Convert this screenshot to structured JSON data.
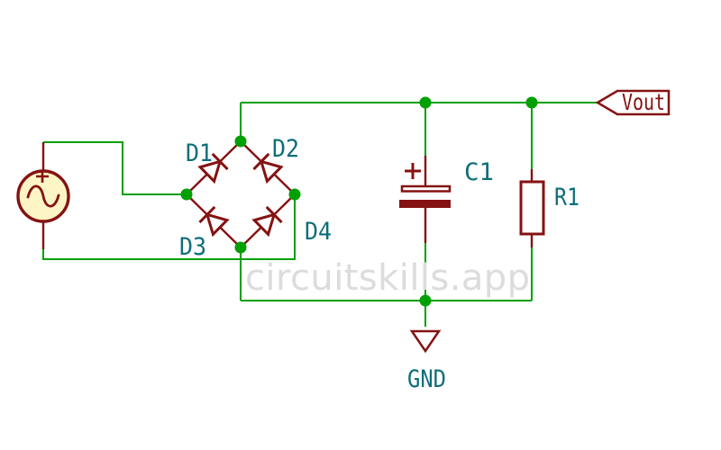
{
  "schematic": {
    "components": {
      "d1": {
        "ref": "D1"
      },
      "d2": {
        "ref": "D2"
      },
      "d3": {
        "ref": "D3"
      },
      "d4": {
        "ref": "D4"
      },
      "c1": {
        "ref": "C1",
        "polarity_mark": "+"
      },
      "r1": {
        "ref": "R1"
      }
    },
    "net_labels": {
      "vout": "Vout",
      "gnd": "GND"
    },
    "watermark": "circuitskills.app",
    "colors": {
      "wire": "#00a003",
      "component": "#851212",
      "label": "#0e6e78",
      "source_fill": "#fdf5c5",
      "watermark": "#dcdcdc",
      "background": "#ffffff"
    }
  }
}
